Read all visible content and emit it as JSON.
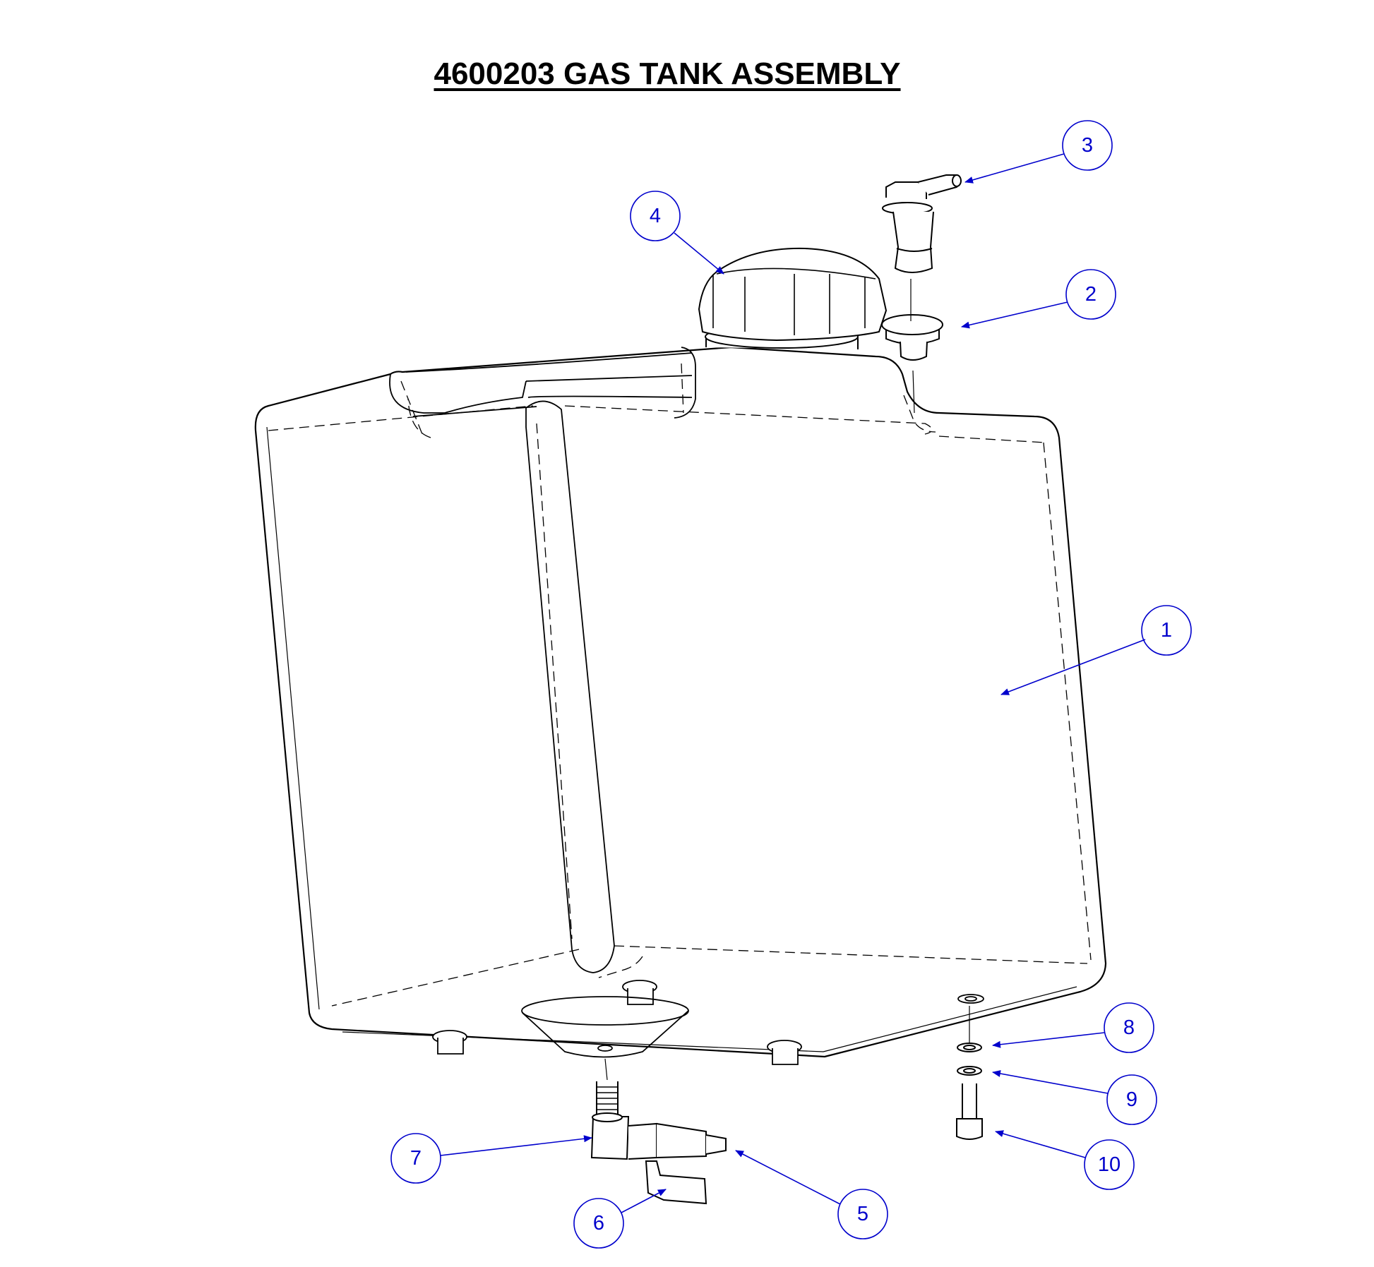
{
  "title": "4600203 GAS TANK ASSEMBLY",
  "callout_color": "#0000cc",
  "callouts": [
    "1",
    "2",
    "3",
    "4",
    "5",
    "6",
    "7",
    "8",
    "9",
    "10"
  ]
}
